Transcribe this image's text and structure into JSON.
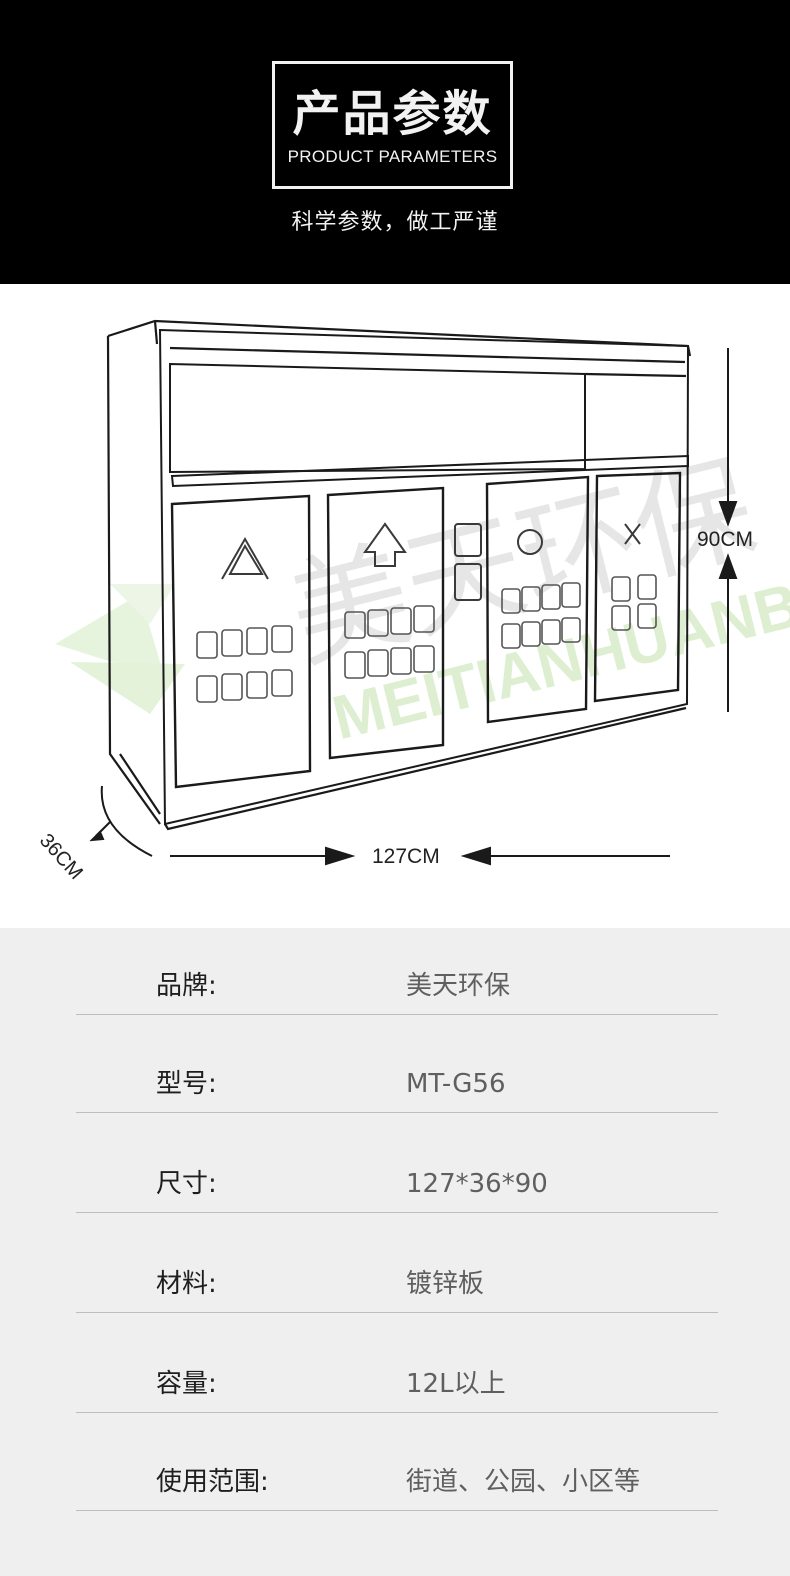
{
  "header": {
    "title_cn": "产品参数",
    "title_en": "PRODUCT PARAMETERS",
    "subtitle": "科学参数，做工严谨"
  },
  "drawing": {
    "product": "four-compartment sorting waste bin cabinet",
    "watermark_text": "美天环保",
    "dimensions": {
      "height": "90CM",
      "width": "127CM",
      "depth": "36CM"
    },
    "colors": {
      "line": "#1a1a1a",
      "watermark_gray": "#d9d9d9",
      "watermark_green": "#c8e6b4"
    }
  },
  "specs": {
    "rows": [
      {
        "label": "品牌:",
        "value": "美天环保"
      },
      {
        "label": "型号:",
        "value": "MT-G56"
      },
      {
        "label": "尺寸:",
        "value": "127*36*90"
      },
      {
        "label": "材料:",
        "value": "镀锌板"
      },
      {
        "label": "容量:",
        "value": "12L以上"
      },
      {
        "label": "使用范围:",
        "value": "街道、公园、小区等"
      }
    ]
  }
}
